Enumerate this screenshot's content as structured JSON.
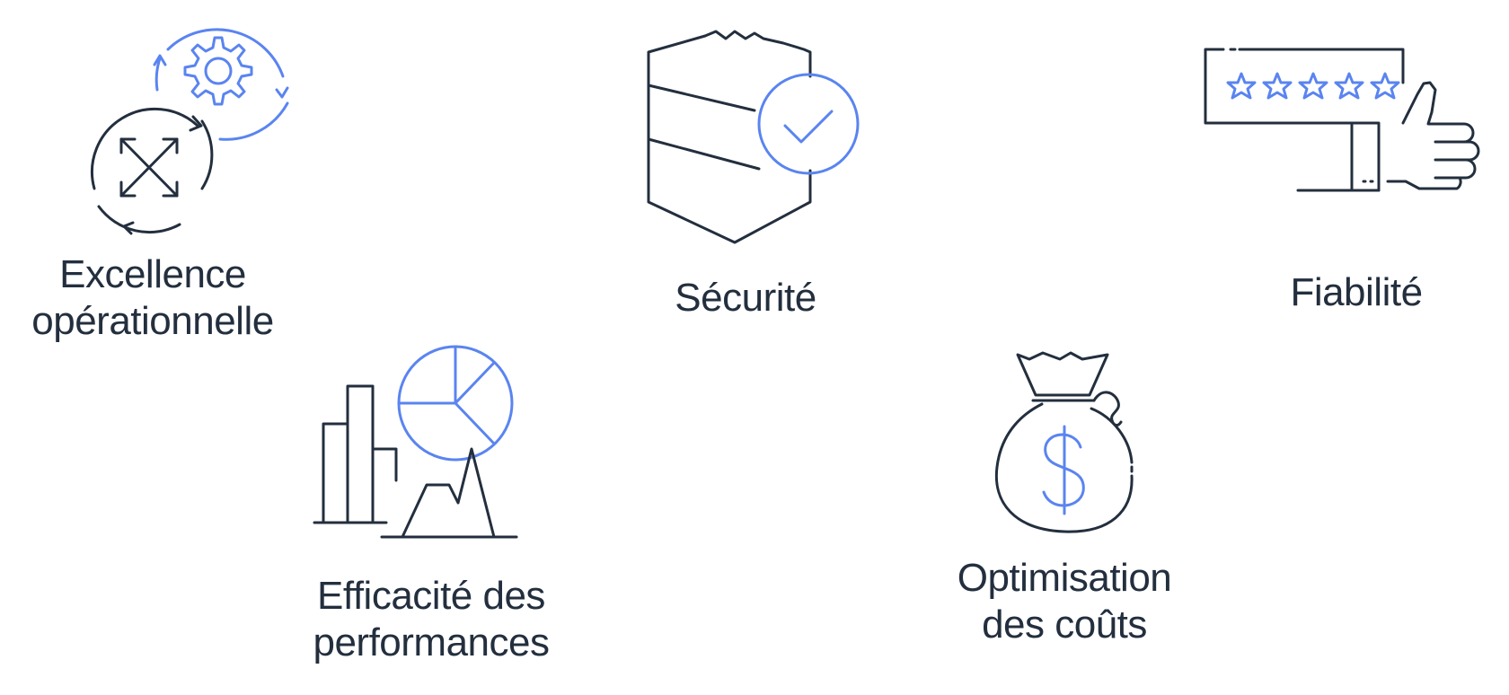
{
  "pillars": {
    "operational_excellence": {
      "line1": "Excellence",
      "line2": "opérationnelle",
      "icon": "gears-cycle-icon"
    },
    "security": {
      "line1": "Sécurité",
      "icon": "shield-check-icon"
    },
    "reliability": {
      "line1": "Fiabilité",
      "icon": "star-rating-thumbs-up-icon"
    },
    "performance_efficiency": {
      "line1": "Efficacité des",
      "line2": "performances",
      "icon": "charts-icon"
    },
    "cost_optimization": {
      "line1": "Optimisation",
      "line2": "des coûts",
      "icon": "money-bag-icon"
    }
  },
  "colors": {
    "dark": "#232f3e",
    "accent": "#5a84f0"
  }
}
